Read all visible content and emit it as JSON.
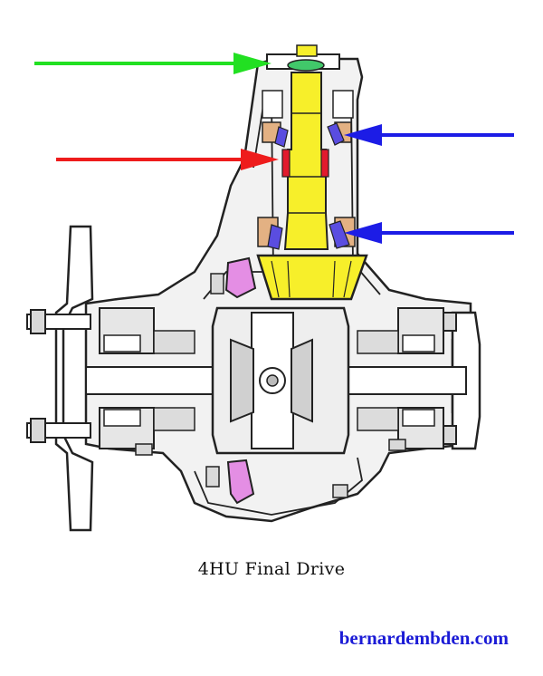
{
  "caption": "4HU Final Drive",
  "watermark": "bernardembden.com",
  "colors": {
    "arrow_green": "#22e022",
    "arrow_red": "#ee1c1c",
    "arrow_blue": "#1c1ce6",
    "pinion_yellow": "#f7ef2a",
    "bearing_blue": "#5a4de0",
    "bearing_cup_tan": "#e3b183",
    "ring_gear_pink": "#e48ee4",
    "spacer_red": "#e21b2d",
    "seal_green": "#41c86a",
    "housing_fill": "#f2f2f2",
    "outline": "#222222"
  },
  "callouts": [
    {
      "name": "green-arrow",
      "color_key": "arrow_green",
      "target": "pinion-seal"
    },
    {
      "name": "red-arrow",
      "color_key": "arrow_red",
      "target": "collapsible-spacer"
    },
    {
      "name": "blue-arrow-upper",
      "color_key": "arrow_blue",
      "target": "outer-pinion-bearing"
    },
    {
      "name": "blue-arrow-lower",
      "color_key": "arrow_blue",
      "target": "inner-pinion-bearing"
    }
  ]
}
